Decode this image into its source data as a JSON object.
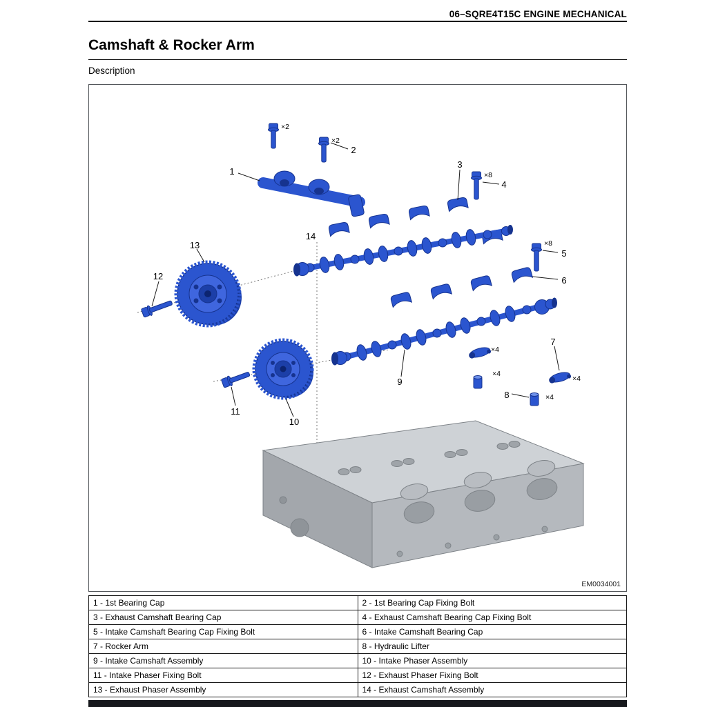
{
  "page": {
    "header": "06–SQRE4T15C ENGINE MECHANICAL",
    "title": "Camshaft & Rocker Arm",
    "subtitle": "Description",
    "figure_code": "EM0034001"
  },
  "diagram": {
    "callouts": [
      "1",
      "2",
      "3",
      "4",
      "5",
      "6",
      "7",
      "8",
      "9",
      "10",
      "11",
      "12",
      "13",
      "14"
    ],
    "qty": [
      "×2",
      "×2",
      "×8",
      "×8",
      "×4",
      "×4",
      "×4",
      "×4"
    ]
  },
  "table": {
    "rows": [
      {
        "left": "1 - 1st Bearing Cap",
        "right": "2 - 1st Bearing Cap Fixing Bolt"
      },
      {
        "left": "3 - Exhaust Camshaft Bearing Cap",
        "right": "4 - Exhaust Camshaft Bearing Cap Fixing Bolt"
      },
      {
        "left": "5 - Intake Camshaft Bearing Cap Fixing Bolt",
        "right": "6 - Intake Camshaft Bearing Cap"
      },
      {
        "left": "7 - Rocker Arm",
        "right": "8 - Hydraulic Lifter"
      },
      {
        "left": "9 - Intake Camshaft Assembly",
        "right": "10 - Intake Phaser Assembly"
      },
      {
        "left": "11 - Intake Phaser Fixing Bolt",
        "right": "12 - Exhaust Phaser Fixing Bolt"
      },
      {
        "left": "13 - Exhaust Phaser Assembly",
        "right": "14 - Exhaust Camshaft Assembly"
      }
    ]
  },
  "colors": {
    "part_blue": "#2b55cf",
    "part_blue_dark": "#16338f",
    "block_gray": "#c2c6cb"
  }
}
